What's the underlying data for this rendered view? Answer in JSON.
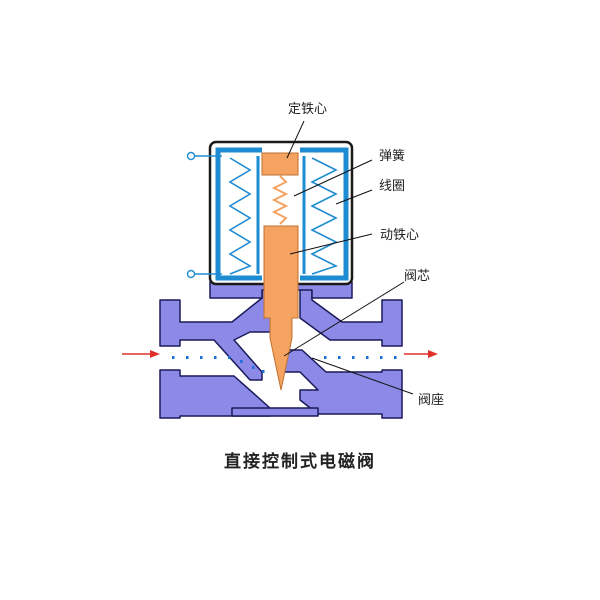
{
  "diagram": {
    "caption": "直接控制式电磁阀",
    "labels": {
      "fixed_core": "定铁心",
      "spring": "弹簧",
      "coil": "线圈",
      "moving_core": "动铁心",
      "valve_core": "阀芯",
      "valve_seat": "阀座"
    }
  },
  "colors": {
    "body": "#8c8ae6",
    "body_outline": "#1a1a5a",
    "coil": "#1e8cd2",
    "core": "#f4a460",
    "core_outline": "#c07030",
    "housing": "#ffffff",
    "housing_outline": "#1a1a1a",
    "arrow": "#e0302a",
    "flow_dots": "#1e6ed8",
    "leader": "#111111"
  }
}
